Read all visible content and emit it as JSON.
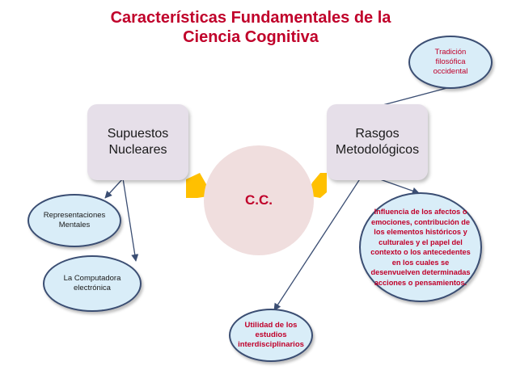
{
  "title": {
    "line1": "Características Fundamentales de la",
    "line2": "Ciencia Cognitiva"
  },
  "boxes": {
    "left": {
      "line1": "Supuestos",
      "line2": "Nucleares"
    },
    "right": {
      "line1": "Rasgos",
      "line2": "Metodológicos"
    }
  },
  "center": {
    "label": "C.C."
  },
  "ellipses": {
    "representaciones": {
      "line1": "Representaciones",
      "line2": "Mentales"
    },
    "computadora": {
      "line1": "La Computadora",
      "line2": "electrónica"
    },
    "tradicion": {
      "line1": "Tradición",
      "line2": "filosófica",
      "line3": "occidental"
    },
    "utilidad": {
      "line1": "Utilidad de los",
      "line2": "estudios",
      "line3": "interdisciplinarios"
    },
    "influencia": {
      "lines": [
        "Influencia de los afectos o",
        "emociones, contribución de",
        "los elementos históricos y",
        "culturales y el papel del",
        "contexto o los antecedentes",
        "en los cuales se",
        "desenvuelven determinadas",
        "acciones o pensamientos."
      ]
    }
  },
  "colors": {
    "title": "#c0002a",
    "arrow_fill": "#ffc000",
    "box_fill": "#e6dfe9",
    "ellipse_fill": "#d9edf8",
    "ellipse_border": "#3b4e73",
    "connector": "#3b4e73"
  }
}
